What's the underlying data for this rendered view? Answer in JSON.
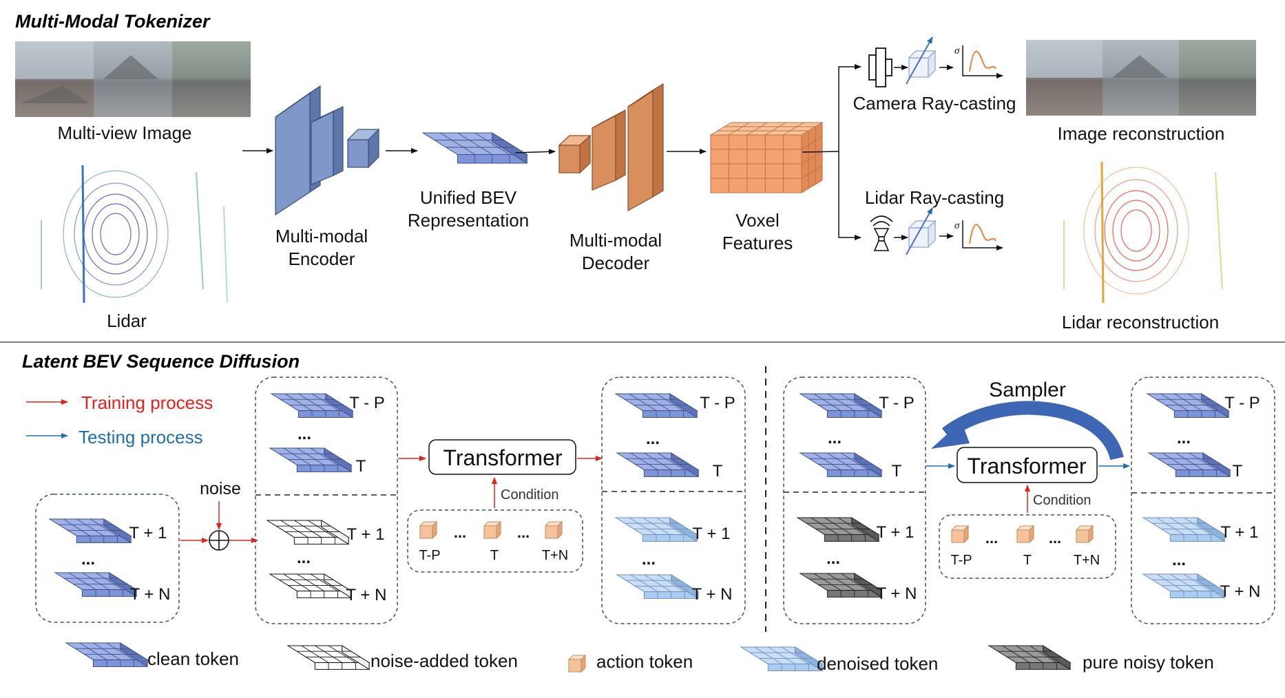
{
  "sections": {
    "tokenizer_title": "Multi-Modal Tokenizer",
    "diffusion_title": "Latent BEV Sequence Diffusion"
  },
  "tokenizer": {
    "multiview_image": "Multi-view Image",
    "lidar": "Lidar",
    "encoder": [
      "Multi-modal",
      "Encoder"
    ],
    "bev": [
      "Unified BEV",
      "Representation"
    ],
    "decoder": [
      "Multi-modal",
      "Decoder"
    ],
    "voxel": [
      "Voxel",
      "Features"
    ],
    "camera_raycast": "Camera Ray-casting",
    "lidar_raycast": "Lidar Ray-casting",
    "sigma": "σ",
    "image_recon": "Image reconstruction",
    "lidar_recon": "Lidar reconstruction"
  },
  "legend_process": {
    "training": "Training process",
    "testing": "Testing process",
    "training_color": "#e8201c",
    "testing_color": "#1e6fb0"
  },
  "diffusion": {
    "noise": "noise",
    "transformer": "Transformer",
    "condition": "Condition",
    "sampler": "Sampler",
    "ellipsis": "...",
    "t_minus_p": "T - P",
    "t": "T",
    "t_plus_1": "T + 1",
    "t_plus_n": "T + N",
    "act_tp": "T-P",
    "act_t": "T",
    "act_tn": "T+N"
  },
  "legend_tokens": {
    "clean": "clean token",
    "noise_added": "noise-added token",
    "action": "action token",
    "denoised": "denoised token",
    "pure_noisy": "pure noisy token"
  },
  "colors": {
    "clean_token": "#7b93d6",
    "denoised_token": "#a9ccf0",
    "action_token": "#f5c29a",
    "decoder": "#d98e5e",
    "encoder": "#7f98c9",
    "sampler_arrow": "#3d67b5"
  }
}
